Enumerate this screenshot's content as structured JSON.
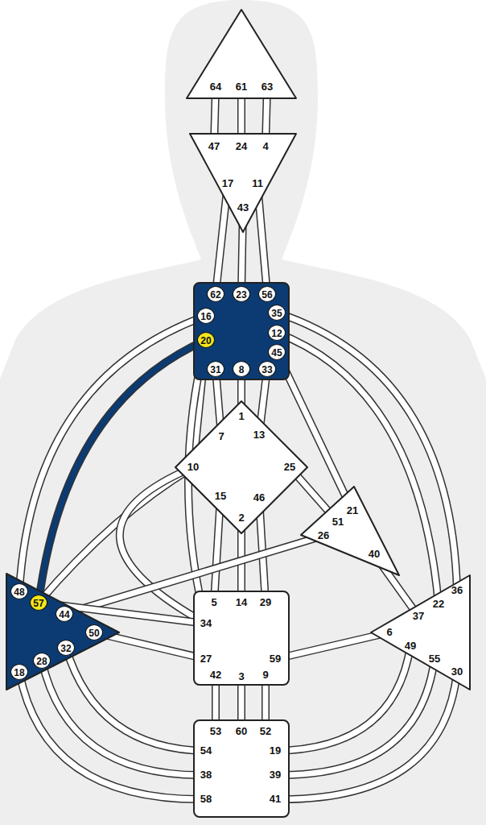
{
  "diagram": {
    "nodes": [
      {
        "text": [
          "64",
          "61",
          "63"
        ]
      },
      {
        "text": [
          "47",
          "24",
          "4",
          "17",
          "11",
          "43"
        ]
      },
      {
        "text": [
          "62",
          "23",
          "56",
          "35",
          "16",
          "12",
          "20",
          "45",
          "31",
          "8",
          "33"
        ]
      },
      {
        "text": [
          "1",
          "7",
          "13",
          "10",
          "25",
          "15",
          "46",
          "2"
        ]
      },
      {
        "text": [
          "21",
          "51",
          "26",
          "40"
        ]
      },
      {
        "text": [
          "48",
          "57",
          "44",
          "50",
          "32",
          "28",
          "18"
        ]
      },
      {
        "text": [
          "5",
          "14",
          "29",
          "34",
          "27",
          "59",
          "42",
          "3",
          "9"
        ]
      },
      {
        "text": [
          "36",
          "22",
          "37",
          "6",
          "49",
          "55",
          "30"
        ]
      },
      {
        "text": [
          "53",
          "60",
          "52",
          "54",
          "19",
          "38",
          "39",
          "58",
          "41"
        ]
      }
    ],
    "edges": [
      {
        "from": 0,
        "to": 1,
        "arrow": "none"
      },
      {
        "from": 0,
        "to": 1,
        "arrow": "none"
      },
      {
        "from": 0,
        "to": 1,
        "arrow": "none"
      },
      {
        "from": 1,
        "to": 2,
        "arrow": "none"
      },
      {
        "from": 1,
        "to": 2,
        "arrow": "none"
      },
      {
        "from": 1,
        "to": 2,
        "arrow": "none"
      },
      {
        "from": 2,
        "to": 3,
        "arrow": "none"
      },
      {
        "from": 2,
        "to": 3,
        "arrow": "none"
      },
      {
        "from": 2,
        "to": 3,
        "arrow": "none"
      },
      {
        "from": 2,
        "to": 3,
        "arrow": "none"
      },
      {
        "from": 2,
        "to": 4,
        "arrow": "none"
      },
      {
        "from": 2,
        "to": 6,
        "arrow": "none"
      },
      {
        "from": 2,
        "to": 5,
        "arrow": "none"
      },
      {
        "from": 2,
        "to": 5,
        "arrow": "none"
      },
      {
        "from": 2,
        "to": 7,
        "arrow": "none"
      },
      {
        "from": 2,
        "to": 7,
        "arrow": "none"
      },
      {
        "from": 3,
        "to": 6,
        "arrow": "none"
      },
      {
        "from": 3,
        "to": 6,
        "arrow": "none"
      },
      {
        "from": 3,
        "to": 6,
        "arrow": "none"
      },
      {
        "from": 3,
        "to": 4,
        "arrow": "none"
      },
      {
        "from": 3,
        "to": 5,
        "arrow": "none"
      },
      {
        "from": 3,
        "to": 6,
        "arrow": "none"
      },
      {
        "from": 4,
        "to": 5,
        "arrow": "none"
      },
      {
        "from": 4,
        "to": 7,
        "arrow": "none"
      },
      {
        "from": 6,
        "to": 5,
        "arrow": "none"
      },
      {
        "from": 6,
        "to": 5,
        "arrow": "none"
      },
      {
        "from": 6,
        "to": 7,
        "arrow": "none"
      },
      {
        "from": 6,
        "to": 8,
        "arrow": "none"
      },
      {
        "from": 6,
        "to": 8,
        "arrow": "none"
      },
      {
        "from": 6,
        "to": 8,
        "arrow": "none"
      },
      {
        "from": 5,
        "to": 8,
        "arrow": "none"
      },
      {
        "from": 5,
        "to": 8,
        "arrow": "none"
      },
      {
        "from": 5,
        "to": 8,
        "arrow": "none"
      },
      {
        "from": 7,
        "to": 8,
        "arrow": "none"
      },
      {
        "from": 7,
        "to": 8,
        "arrow": "none"
      },
      {
        "from": 7,
        "to": 8,
        "arrow": "none"
      }
    ]
  }
}
